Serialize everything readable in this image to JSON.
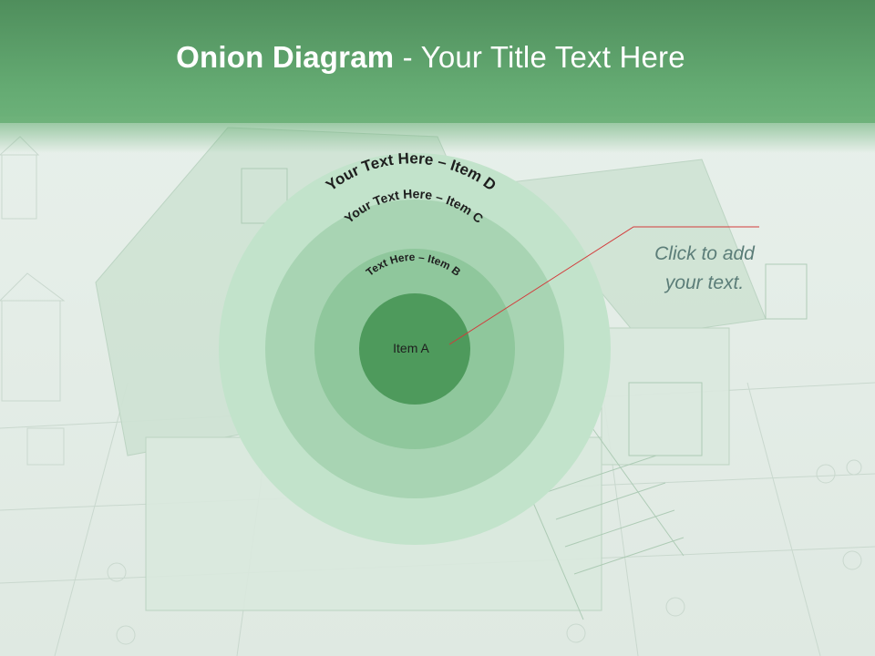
{
  "title": {
    "bold": "Onion Diagram",
    "rest": " - Your Title Text Here"
  },
  "diagram": {
    "layers": [
      {
        "label": "Item A",
        "color": "#4e9a5c"
      },
      {
        "label": "Text Here – Item B",
        "color": "#8fc79c"
      },
      {
        "label": "Your Text Here – Item C",
        "color": "#a8d4b3"
      },
      {
        "label": "Your Text Here – Item D",
        "color": "#c2e3cb"
      }
    ],
    "text_color": "#1e1e1e",
    "pointer_color": "#d33a3a"
  },
  "callout": {
    "line1": "Click  to add",
    "line2": "your text."
  },
  "colors": {
    "header": "#5ea66c",
    "title_text": "#ffffff",
    "callout_text": "#5b7d78"
  }
}
